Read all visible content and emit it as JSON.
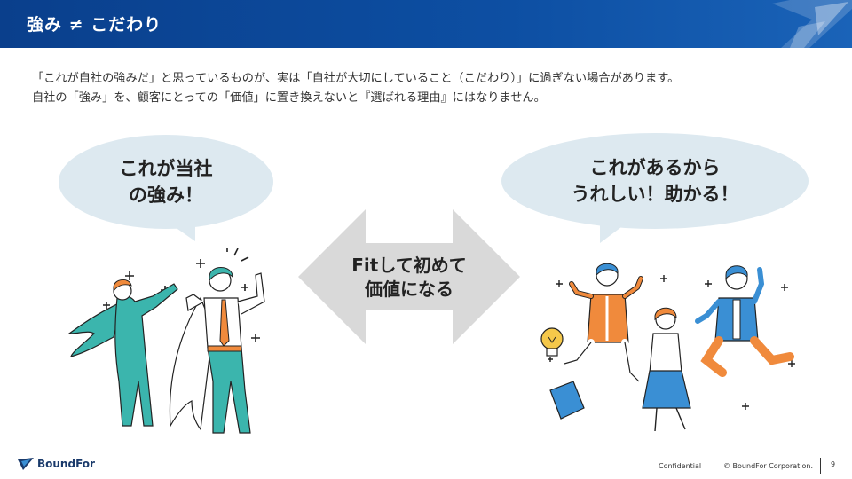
{
  "header": {
    "title": "強み ≠ こだわり"
  },
  "intro": {
    "line1": "「これが自社の強みだ」と思っているものが、実は「自社が大切にしていること（こだわり）」に過ぎない場合があります。",
    "line2": "自社の「強み」を、顧客にとっての「価値」に置き換えないと『選ばれる理由』にはなりません。"
  },
  "bubble_left": {
    "line1": "これが当社",
    "line2": "の強み！"
  },
  "bubble_right": {
    "line1": "これがあるから",
    "line2": "うれしい！助かる！"
  },
  "center_arrow": {
    "line1": "Fitして初めて",
    "line2": "価値になる"
  },
  "footer": {
    "brand": "BoundFor",
    "confidential": "Confidential",
    "copyright": "© BoundFor Corporation.",
    "page": "9"
  },
  "colors": {
    "header": "#0d4fa3",
    "bubble": "#dde9f0",
    "arrow": "#d9d9d9",
    "teal": "#3bb5ad",
    "orange": "#f08a3c",
    "blue": "#3a8fd4"
  }
}
